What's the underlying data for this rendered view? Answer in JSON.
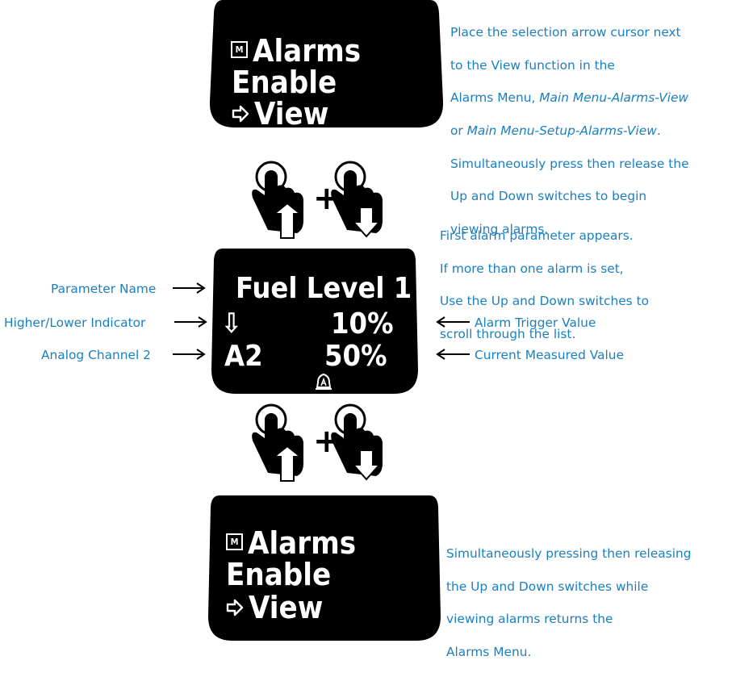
{
  "screen_menu_top": {
    "menu_icon_label": "M",
    "title": "Alarms",
    "line2": "Enable",
    "line3": "View",
    "cursor_icon": "arrow-right-icon"
  },
  "instruction_1": {
    "line1": "Place the selection arrow cursor next",
    "line2": "to the View function in the",
    "line3_plain": "Alarms Menu, ",
    "line3_italic": "Main Menu-Alarms-View",
    "line4_plain": "or ",
    "line4_italic": "Main Menu-Setup-Alarms-View",
    "line4_end": ".",
    "line5": "Simultaneously press then release the",
    "line6": "Up and Down switches to begin",
    "line7": "viewing alarms."
  },
  "press_gesture": {
    "plus": "+",
    "left_icon": "hand-press-up-switch-icon",
    "right_icon": "hand-press-down-switch-icon"
  },
  "instruction_2": {
    "line1": "First alarm parameter appears.",
    "line2": "If more than one alarm is set,",
    "line3": "Use the Up and Down switches to",
    "line4": "scroll through the list."
  },
  "screen_alarm": {
    "parameter_name": "Fuel Level 1",
    "indicator_glyph": "⇩",
    "trigger_value": "10%",
    "channel": "A2",
    "current_value": "50%",
    "bell_icon": "alarm-bell-icon"
  },
  "callouts": {
    "parameter_name": "Parameter Name",
    "higher_lower": "Higher/Lower Indicator",
    "analog_channel": "Analog Channel 2",
    "trigger_value": "Alarm Trigger Value",
    "current_value": "Current Measured Value"
  },
  "screen_menu_bottom": {
    "menu_icon_label": "M",
    "title": "Alarms",
    "line2": "Enable",
    "line3": "View",
    "cursor_icon": "arrow-right-icon"
  },
  "instruction_3": {
    "line1": "Simultaneously pressing then releasing",
    "line2": "the Up and Down switches while",
    "line3": "viewing alarms returns the",
    "line4": "Alarms Menu."
  },
  "colors": {
    "text_blue": "#1a7fc1",
    "screen": "#000000",
    "screen_text": "#ffffff"
  }
}
